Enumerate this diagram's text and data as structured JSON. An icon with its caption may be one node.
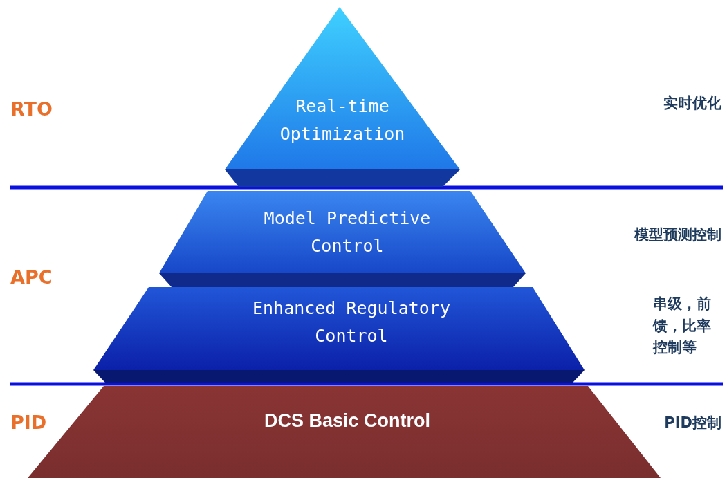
{
  "diagram": {
    "nodes": [
      {
        "text": [
          "Real-time Optimization"
        ]
      },
      {
        "text": [
          "Model Predictive Control"
        ]
      },
      {
        "text": [
          "Enhanced Regulatory Control"
        ]
      },
      {
        "text": [
          "DCS Basic Control"
        ]
      }
    ],
    "labels": [
      "RTO",
      "实时优化",
      "模型预测控制",
      "APC",
      "串级，前馈，比率控制等",
      "PID",
      "PID控制"
    ]
  }
}
